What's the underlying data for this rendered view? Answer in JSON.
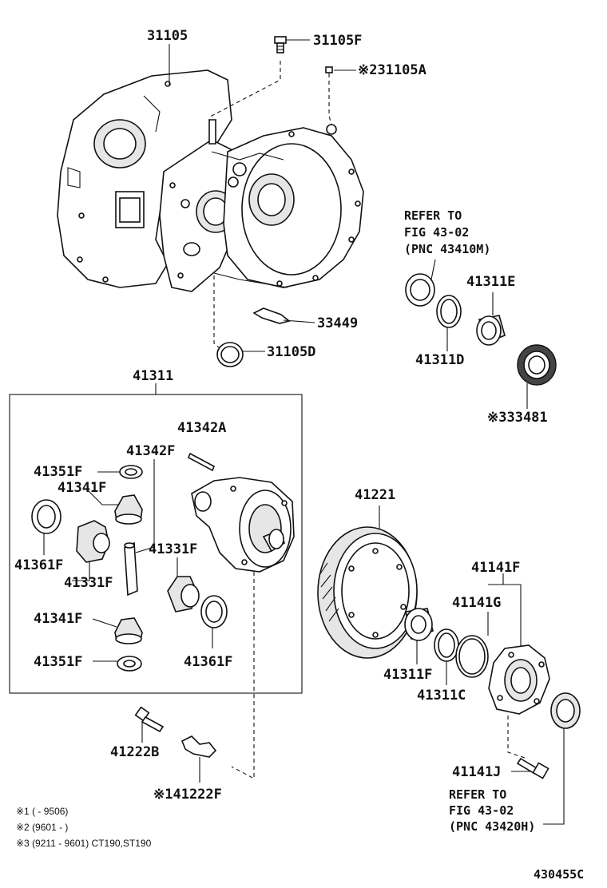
{
  "parts": {
    "p31105": "31105",
    "p31105F": "31105F",
    "p31105A": "※231105A",
    "p33449": "33449",
    "p31105D": "31105D",
    "p41311": "41311",
    "p41342A": "41342A",
    "p41342F": "41342F",
    "p41351F_top": "41351F",
    "p41341F_top": "41341F",
    "p41361F_left": "41361F",
    "p41331F_left": "41331F",
    "p41331F_right": "41331F",
    "p41341F_bot": "41341F",
    "p41351F_bot": "41351F",
    "p41361F_right": "41361F",
    "p41221": "41221",
    "p41311F": "41311F",
    "p41311C": "41311C",
    "p41141F": "41141F",
    "p41141G": "41141G",
    "p41141J": "41141J",
    "p41222B": "41222B",
    "p41222F": "※141222F",
    "p41311E": "41311E",
    "p41311D": "41311D",
    "p33481": "※333481"
  },
  "refs": {
    "top_line1": "REFER TO",
    "top_line2": "FIG 43-02",
    "top_line3": "(PNC 43410M)",
    "bot_line1": "REFER TO",
    "bot_line2": "FIG 43-02",
    "bot_line3": "(PNC 43420H)"
  },
  "notes": {
    "n1": "※1 (       - 9506)",
    "n2": "※2 (9601 -         )",
    "n3": "※3 (9211 - 9601) CT190,ST190"
  },
  "diagram_code": "430455C"
}
